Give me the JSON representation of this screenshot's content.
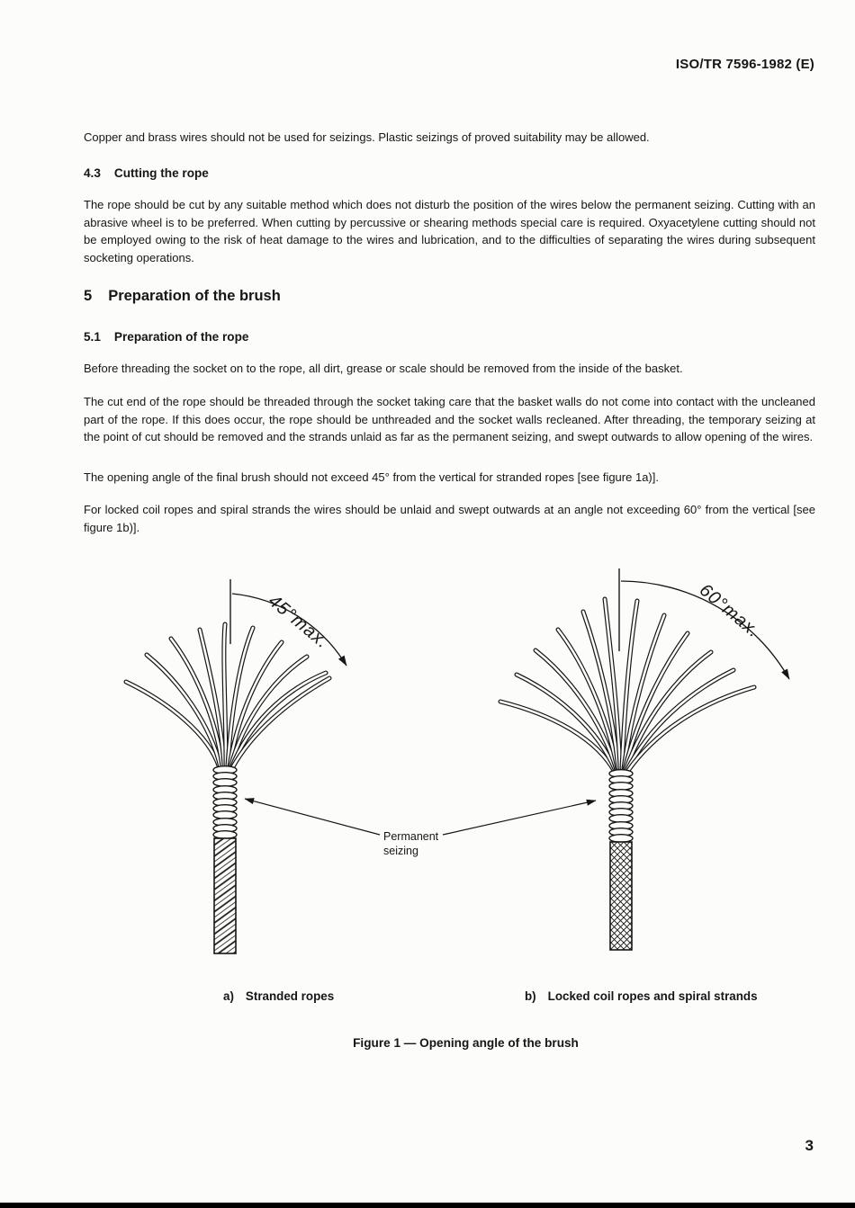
{
  "header": {
    "doc_ref": "ISO/TR 7596-1982 (E)"
  },
  "body": {
    "para_seizings": "Copper and brass wires should not be used for seizings. Plastic seizings of proved suitability may be allowed.",
    "sec_4_3_num": "4.3",
    "sec_4_3_title": "Cutting the rope",
    "para_cutting": "The rope should be cut by any suitable method which does not disturb the position of the wires below the permanent seizing. Cutting with an abrasive wheel is to be preferred. When cutting by percussive or shearing methods special care is required. Oxyacetylene cutting should not be employed owing to the risk of heat damage to the wires and lubrication, and to the difficulties of separating the wires during subsequent socketing operations.",
    "sec_5_num": "5",
    "sec_5_title": "Preparation of the brush",
    "sec_5_1_num": "5.1",
    "sec_5_1_title": "Preparation of the rope",
    "para_threading": "Before threading the socket on to the rope, all dirt, grease or scale should be removed from the inside of the basket.",
    "para_cut_end": "The cut end of the rope should be threaded through the socket taking care that the basket walls do not come into contact with the uncleaned part of the rope. If this does occur, the rope should be unthreaded and the socket walls recleaned. After threading, the temporary seizing at the point of cut should be removed and the strands unlaid as far as the permanent seizing, and swept outwards to allow opening of the wires.",
    "para_angle_45": "The opening angle of the final brush should not exceed 45° from the vertical for stranded ropes [see figure 1a)].",
    "para_angle_60": "For locked coil ropes and spiral strands the wires should be unlaid and swept outwards at an angle not exceeding 60° from the vertical [see figure 1b)]."
  },
  "figure": {
    "angle_a": "45°max.",
    "angle_b": "60°max.",
    "pointer_line1": "Permanent",
    "pointer_line2": "seizing",
    "caption_a_marker": "a)",
    "caption_a": "Stranded ropes",
    "caption_b_marker": "b)",
    "caption_b": "Locked coil ropes and spiral strands",
    "caption": "Figure 1 — Opening angle of the brush"
  },
  "footer": {
    "page_number": "3"
  }
}
